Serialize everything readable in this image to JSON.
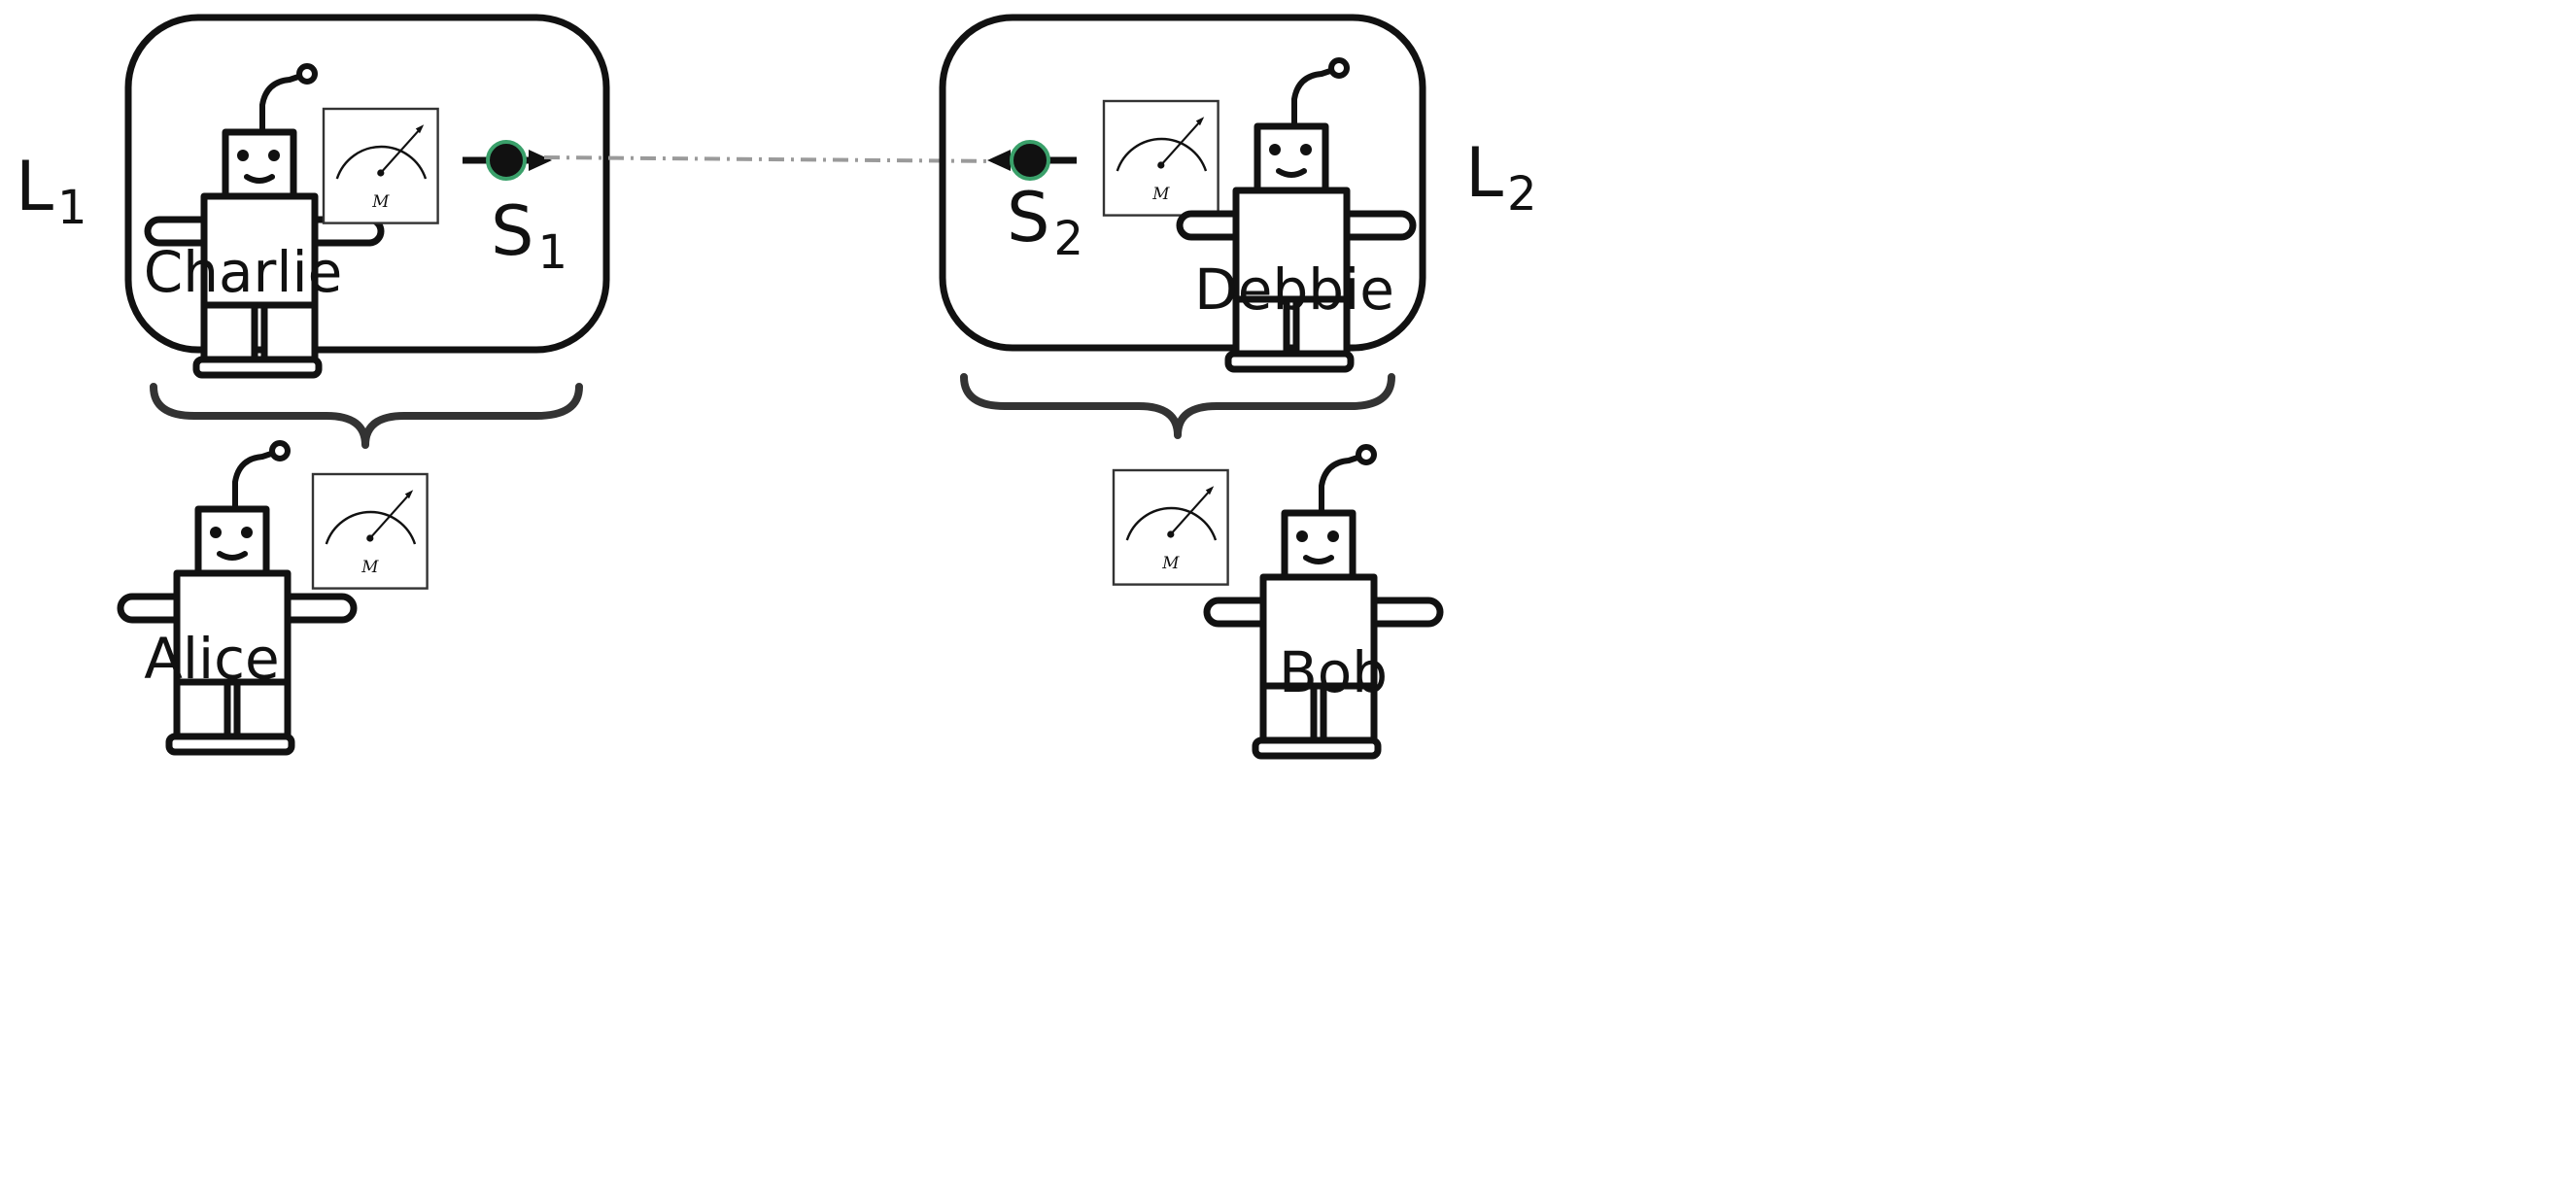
{
  "labs": [
    {
      "symbol": "L",
      "subscript": "1",
      "observer_inside": "Charlie",
      "system_symbol": "S",
      "system_subscript": "1",
      "observer_outside": "Alice"
    },
    {
      "symbol": "L",
      "subscript": "2",
      "observer_inside": "Debbie",
      "system_symbol": "S",
      "system_subscript": "2",
      "observer_outside": "Bob"
    }
  ],
  "meter_label": "M",
  "icons": {
    "robot": "robot-observer-icon",
    "meter": "measurement-meter-icon",
    "particle": "particle-dot-icon",
    "brace": "curly-brace-icon"
  },
  "colors": {
    "ink": "#111111",
    "link": "#9a9a9a",
    "particle_glow": "#3aa06a"
  }
}
